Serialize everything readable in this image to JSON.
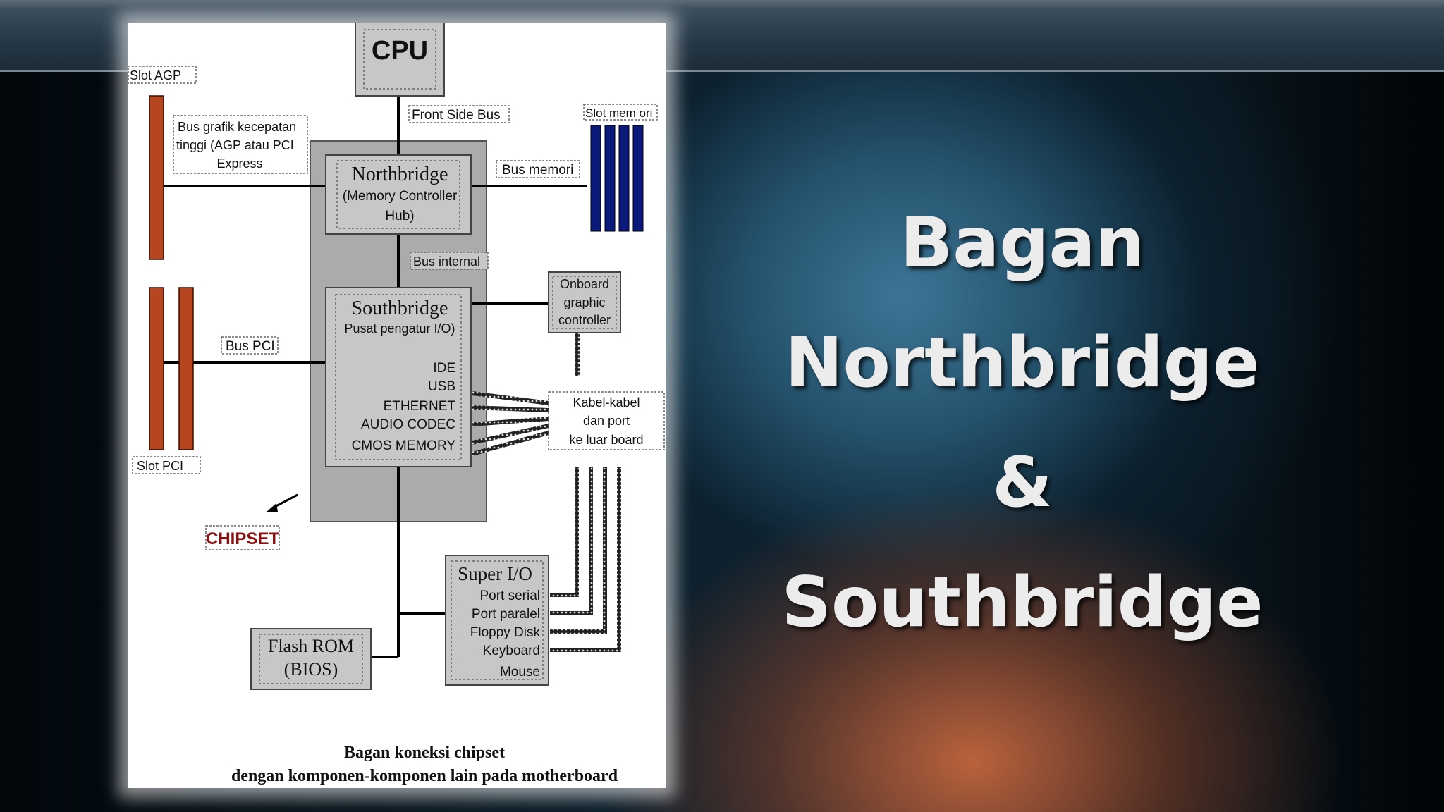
{
  "slide": {
    "title_lines": [
      "Bagan",
      "Northbridge",
      "&",
      "Southbridge"
    ]
  },
  "diagram": {
    "cpu": "CPU",
    "front_side_bus": "Front Side Bus",
    "slot_agp": "Slot AGP",
    "agp_bus_lines": [
      "Bus grafik kecepatan",
      "tinggi (AGP atau PCI",
      "Express"
    ],
    "northbridge": {
      "title": "Northbridge",
      "lines": [
        "(Memory Controller",
        "Hub)"
      ]
    },
    "bus_memori": "Bus memori",
    "slot_memori": "Slot mem ori",
    "bus_internal": "Bus internal",
    "southbridge": {
      "title": "Southbridge",
      "subtitle": "Pusat pengatur I/O)",
      "items": [
        "IDE",
        "USB",
        "ETHERNET",
        "AUDIO CODEC",
        "CMOS MEMORY"
      ]
    },
    "onboard_graphic": [
      "Onboard",
      "graphic",
      "controller"
    ],
    "bus_pci": "Bus PCI",
    "slot_pci": "Slot PCI",
    "cables": [
      "Kabel-kabel",
      "dan port",
      "ke luar board"
    ],
    "chipset": "CHIPSET",
    "super_io": {
      "title": "Super I/O",
      "items": [
        "Port serial",
        "Port paralel",
        "Floppy Disk",
        "Keyboard",
        "Mouse"
      ]
    },
    "flash_rom": [
      "Flash ROM",
      "(BIOS)"
    ],
    "caption": [
      "Bagan koneksi chipset",
      "dengan komponen-komponen lain pada motherboard"
    ],
    "colors": {
      "slot": "#b5461f",
      "memory_slot": "#0b1a7a",
      "chipset_label": "#8b1010",
      "box_fill": "#c7c7c7",
      "chipset_fill": "#ababab"
    }
  }
}
